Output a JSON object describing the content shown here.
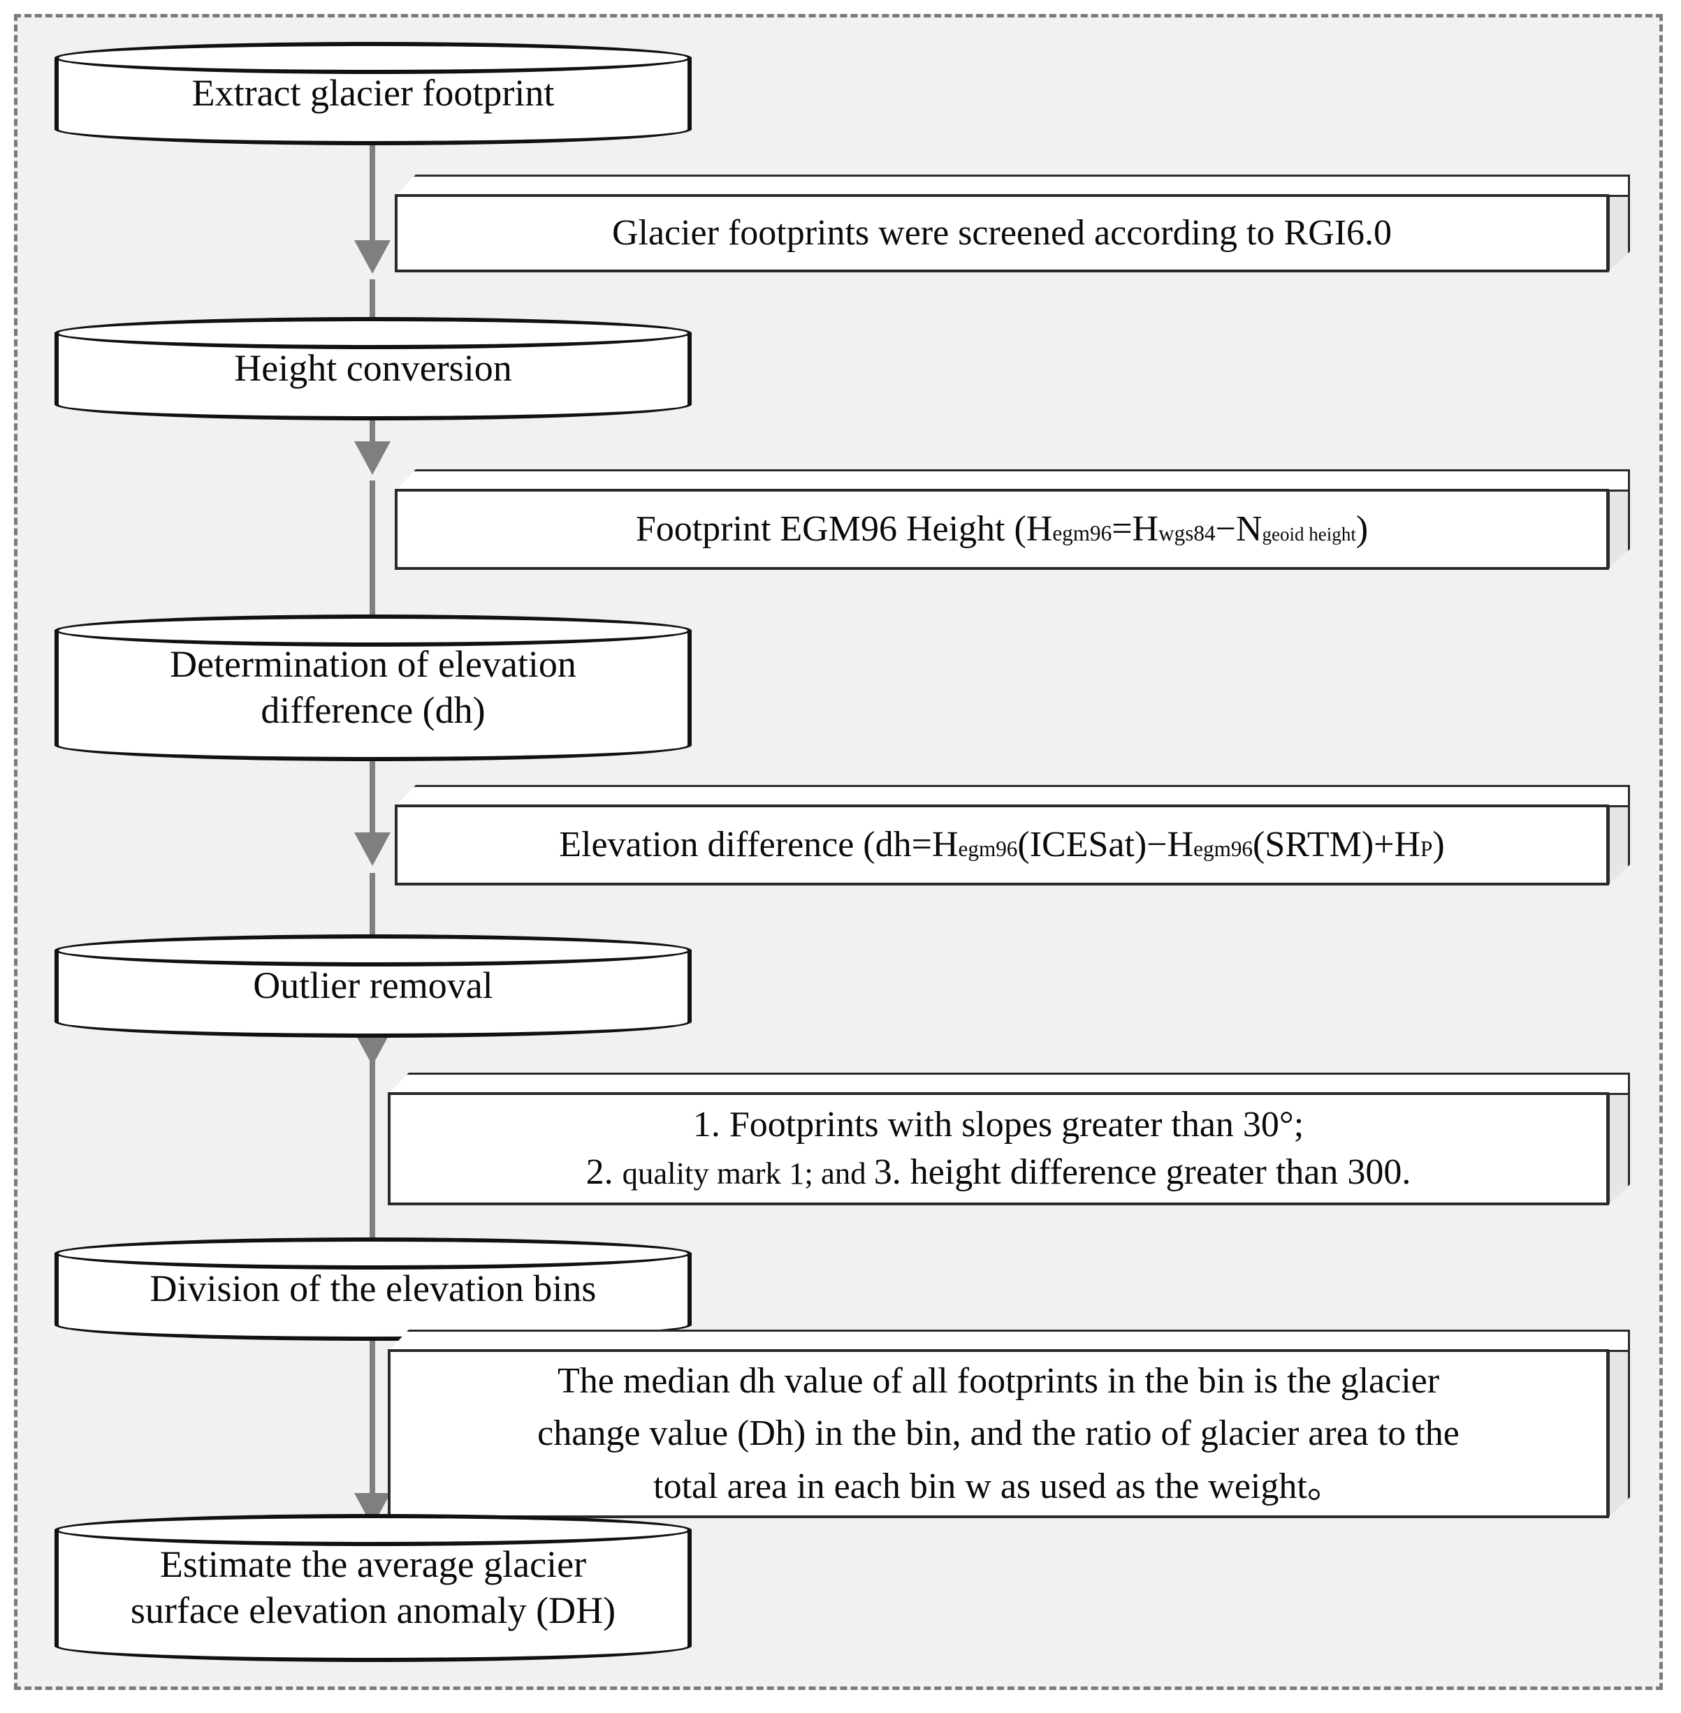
{
  "diagram": {
    "title": "Glacier surface elevation anomaly workflow",
    "background_color": "#f1f1f1",
    "border_color": "#7b7b7b",
    "arrow_color": "#7f7f7f",
    "shape_outline_color": "#111111"
  },
  "steps": [
    {
      "id": "extract-glacier-footprint",
      "label": "Extract glacier footprint"
    },
    {
      "id": "height-conversion",
      "label": "Height conversion"
    },
    {
      "id": "determination-of-elevation-difference",
      "label": "Determination of elevation\ndifference (dh)"
    },
    {
      "id": "outlier-removal",
      "label": "Outlier removal"
    },
    {
      "id": "division-of-the-elevation-bins",
      "label": "Division of the elevation bins"
    },
    {
      "id": "estimate-average-glacier-surface-elevation-anomaly",
      "label": "Estimate the average glacier\nsurface elevation anomaly (DH)"
    }
  ],
  "notes": [
    {
      "id": "note-rgi",
      "plain": "Glacier footprints were screened according to RGI6.0"
    },
    {
      "id": "note-egm96",
      "plain": "Footprint EGM96 Height (Hegm96=Hwgs84−Ngeoid height)",
      "parts": {
        "prefix": "Footprint EGM96 Height (H",
        "sub1": "egm96",
        "mid1": "=H",
        "sub2": "wgs84",
        "mid2": "−N",
        "sub3": "geoid height",
        "suffix": ")"
      }
    },
    {
      "id": "note-elevation-difference",
      "plain": "Elevation difference (dh=Hegm96(ICESat)−Hegm96(SRTM)+HP)",
      "parts": {
        "prefix": "Elevation difference (dh=H",
        "sub1": "egm96",
        "mid1": "(ICESat)−H",
        "sub2": "egm96",
        "mid2": "(SRTM)+H",
        "sub3": "P",
        "suffix": ")"
      }
    },
    {
      "id": "note-outlier-criteria",
      "line1": "1. Footprints with slopes greater than 30°;",
      "line2_a": "2. ",
      "line2_b": "quality mark 1; and ",
      "line2_c": "3. height difference greater than 300."
    },
    {
      "id": "note-bin-median",
      "line1": "The median dh value of all footprints in the bin is the glacier",
      "line2": "change value (Dh) in the bin, and the ratio of glacier area to  the",
      "line3": "total area in each bin w as used as the weight。"
    }
  ]
}
